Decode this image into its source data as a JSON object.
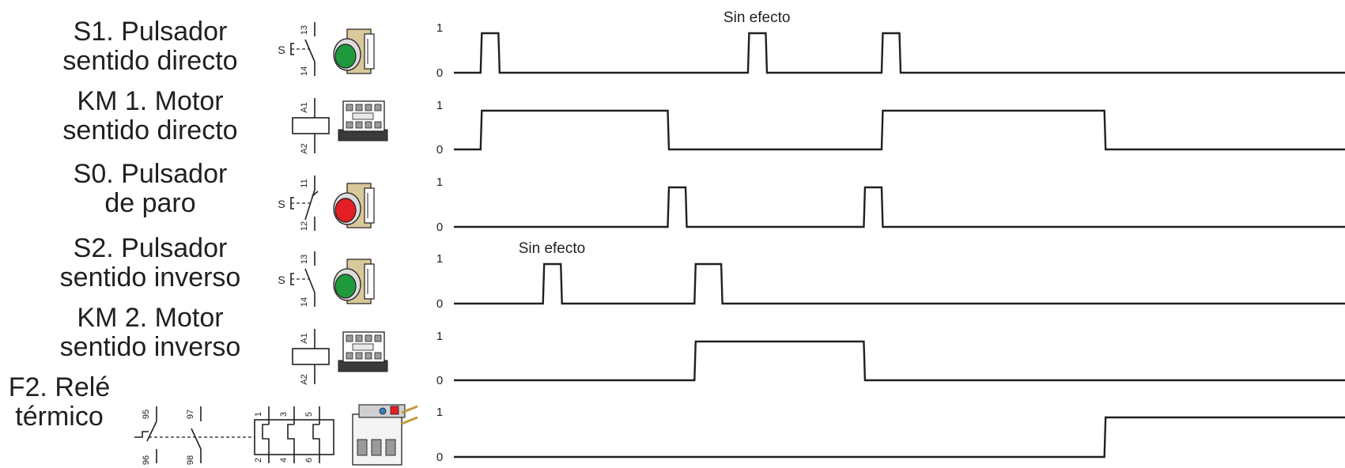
{
  "rows": [
    {
      "id": "s1",
      "line1": "S1. Pulsador",
      "line2": "sentido directo",
      "symbol": "pushbutton-no-icon",
      "device": "green-pushbutton-icon",
      "terminals": [
        "13",
        "14"
      ],
      "actuator_letter": "S"
    },
    {
      "id": "km1",
      "line1": "KM 1. Motor",
      "line2": "sentido directo",
      "symbol": "coil-icon",
      "device": "contactor-icon",
      "terminals": [
        "A1",
        "A2"
      ]
    },
    {
      "id": "s0",
      "line1": "S0. Pulsador",
      "line2": "de paro",
      "symbol": "pushbutton-nc-icon",
      "device": "red-pushbutton-icon",
      "terminals": [
        "11",
        "12"
      ],
      "actuator_letter": "S"
    },
    {
      "id": "s2",
      "line1": "S2. Pulsador",
      "line2": "sentido inverso",
      "symbol": "pushbutton-no-icon",
      "device": "green-pushbutton-icon",
      "terminals": [
        "13",
        "14"
      ],
      "actuator_letter": "S"
    },
    {
      "id": "km2",
      "line1": "KM 2. Motor",
      "line2": "sentido inverso",
      "symbol": "coil-icon",
      "device": "contactor-icon",
      "terminals": [
        "A1",
        "A2"
      ]
    },
    {
      "id": "f2",
      "line1": "F2. Relé",
      "line2": "térmico",
      "symbol": "thermal-relay-icon",
      "device": "thermal-relay-device-icon",
      "terminals": [
        "95",
        "96",
        "97",
        "98",
        "1",
        "2",
        "3",
        "4",
        "5",
        "6"
      ]
    }
  ],
  "level_labels": {
    "high": "1",
    "low": "0"
  },
  "annotations": [
    {
      "text": "Sin efecto",
      "row": "s1",
      "pulse": 1
    },
    {
      "text": "Sin efecto",
      "row": "s2",
      "pulse": 0
    }
  ],
  "chart_data": {
    "type": "line",
    "description_units": "time axis unlabeled; transitions listed as [time, level] step points on shared time scale 0–100",
    "x_range": [
      0,
      100
    ],
    "y_levels": [
      0,
      1
    ],
    "series": [
      {
        "name": "S1. Pulsador sentido directo",
        "steps": [
          [
            0,
            0
          ],
          [
            3,
            1
          ],
          [
            5,
            0
          ],
          [
            33,
            1
          ],
          [
            35,
            0
          ],
          [
            48,
            1
          ],
          [
            50,
            0
          ],
          [
            100,
            0
          ]
        ]
      },
      {
        "name": "KM 1. Motor sentido directo",
        "steps": [
          [
            0,
            0
          ],
          [
            3,
            1
          ],
          [
            24,
            0
          ],
          [
            48,
            1
          ],
          [
            73,
            0
          ],
          [
            100,
            0
          ]
        ]
      },
      {
        "name": "S0. Pulsador de paro",
        "steps": [
          [
            0,
            0
          ],
          [
            24,
            1
          ],
          [
            26,
            0
          ],
          [
            46,
            1
          ],
          [
            48,
            0
          ],
          [
            100,
            0
          ]
        ]
      },
      {
        "name": "S2. Pulsador sentido inverso",
        "steps": [
          [
            0,
            0
          ],
          [
            10,
            1
          ],
          [
            12,
            0
          ],
          [
            27,
            1
          ],
          [
            30,
            0
          ],
          [
            100,
            0
          ]
        ]
      },
      {
        "name": "KM 2. Motor sentido inverso",
        "steps": [
          [
            0,
            0
          ],
          [
            27,
            1
          ],
          [
            46,
            0
          ],
          [
            100,
            0
          ]
        ]
      },
      {
        "name": "F2. Relé térmico",
        "steps": [
          [
            0,
            0
          ],
          [
            73,
            1
          ],
          [
            100,
            1
          ]
        ]
      }
    ]
  },
  "colors": {
    "ink": "#231f20",
    "green": "#1e9a3c",
    "red": "#e31e24",
    "device_beige": "#d9c89a",
    "device_gray": "#9a9a9a"
  }
}
